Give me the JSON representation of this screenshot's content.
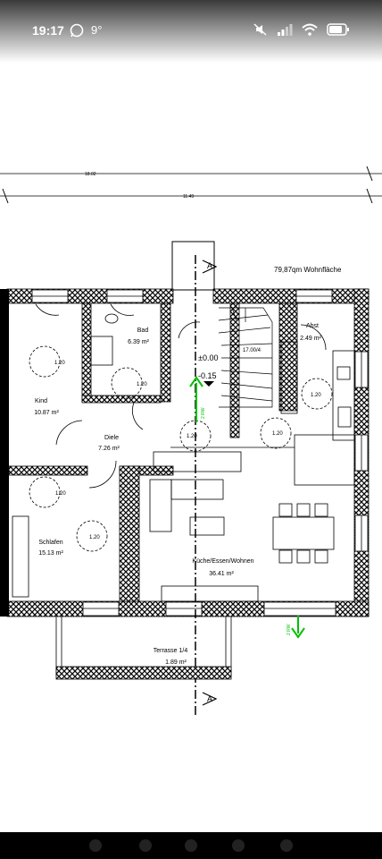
{
  "status_bar": {
    "time": "19:17",
    "temperature": "9°",
    "icons": [
      "whatsapp-icon",
      "mute-icon",
      "signal-icon",
      "wifi-icon",
      "battery-icon"
    ]
  },
  "plan": {
    "dimension_top": "18.02",
    "dimension_second": "11.49",
    "area_total": "79,87qm Wohnfläche",
    "rooms": [
      {
        "name": "Bad",
        "area": "6.39 m²"
      },
      {
        "name": "Kind",
        "area": "10.87 m²"
      },
      {
        "name": "Diele",
        "area": "7.26 m²"
      },
      {
        "name": "Schlafen",
        "area": "15.13 m²"
      },
      {
        "name": "Küche/Essen/Wohnen",
        "area": "36.41 m²"
      },
      {
        "name": "Abst",
        "area": "2.49 m²"
      },
      {
        "name": "Terrasse 1/4",
        "area": "1.89 m²"
      }
    ],
    "door_radius_label": "1.20",
    "level_plus": "±0.00",
    "level_minus": "-0.15",
    "stair_label": "17.00/4",
    "section_marker": "A",
    "rwl_labels": [
      "2 RW",
      "2 RW"
    ],
    "colors": {
      "wall": "#000000",
      "arrow": "#00c000",
      "bg": "#ffffff"
    }
  },
  "nav_bar": {
    "dots": 5
  }
}
